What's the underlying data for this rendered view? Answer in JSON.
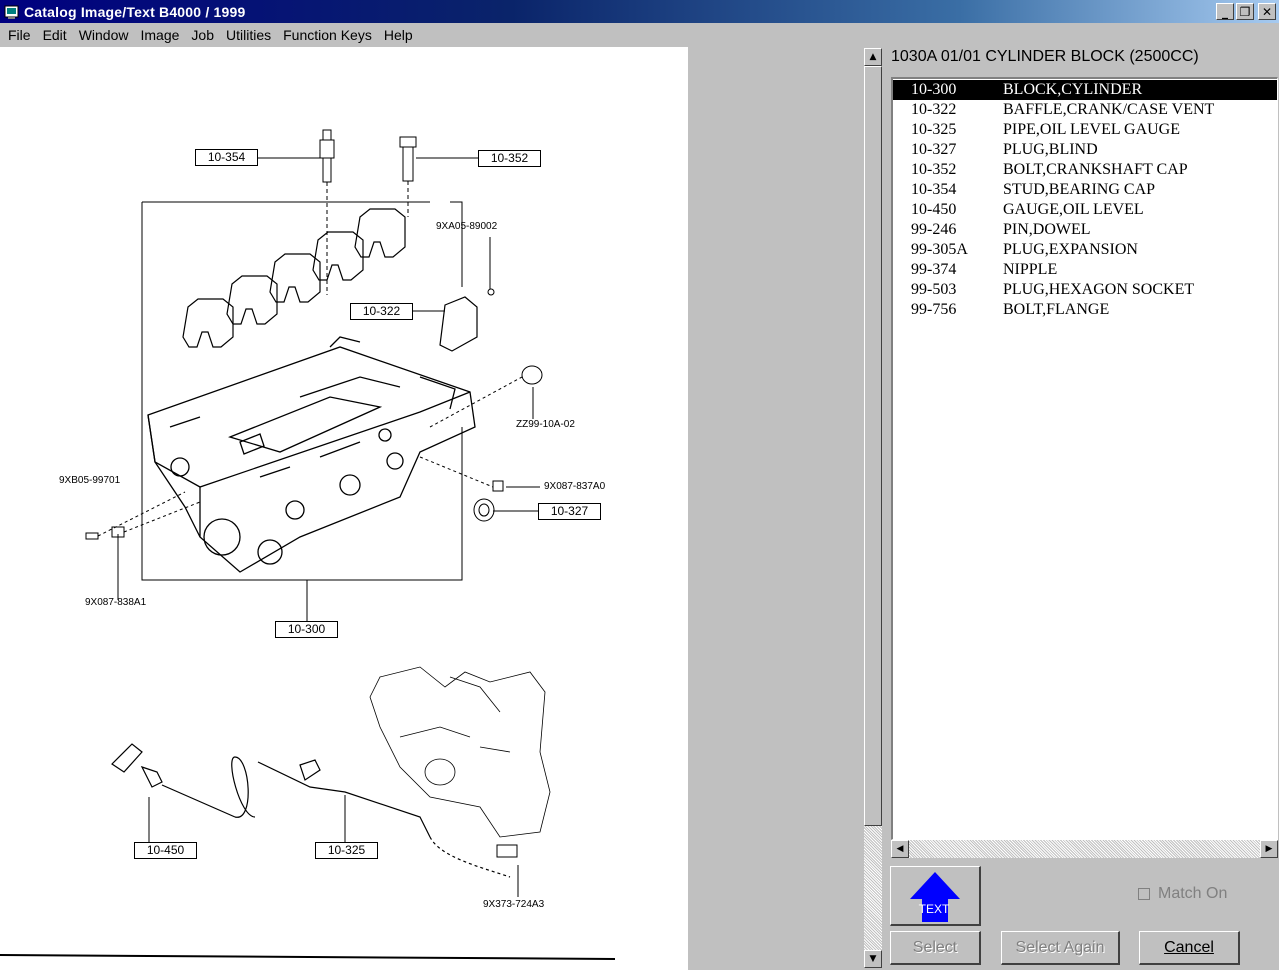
{
  "window": {
    "title": "Catalog Image/Text  B4000 / 1999",
    "minimize": "_",
    "restore": "❐",
    "close": "✕"
  },
  "menu": [
    {
      "label": "File"
    },
    {
      "label": "Edit"
    },
    {
      "label": "Window"
    },
    {
      "label": "Image"
    },
    {
      "label": "Job"
    },
    {
      "label": "Utilities"
    },
    {
      "label": "Function Keys"
    },
    {
      "label": "Help"
    }
  ],
  "diagram": {
    "callouts": [
      "10-354",
      "10-352",
      "10-322",
      "10-327",
      "10-300",
      "10-450",
      "10-325"
    ],
    "part_labels": [
      "9XA05-89002",
      "ZZ99-10A-02",
      "9X087-837A0",
      "9XB05-99701",
      "9X087-838A1",
      "9X373-724A3"
    ]
  },
  "list": {
    "caption": "1030A 01/01  CYLINDER BLOCK (2500CC)",
    "parts": [
      {
        "num": "10-300",
        "desc": "BLOCK,CYLINDER",
        "selected": true
      },
      {
        "num": "10-322",
        "desc": "BAFFLE,CRANK/CASE VENT"
      },
      {
        "num": "10-325",
        "desc": "PIPE,OIL LEVEL GAUGE"
      },
      {
        "num": "10-327",
        "desc": "PLUG,BLIND"
      },
      {
        "num": "10-352",
        "desc": "BOLT,CRANKSHAFT CAP"
      },
      {
        "num": "10-354",
        "desc": "STUD,BEARING CAP"
      },
      {
        "num": "10-450",
        "desc": "GAUGE,OIL LEVEL"
      },
      {
        "num": "99-246",
        "desc": "PIN,DOWEL"
      },
      {
        "num": "99-305A",
        "desc": "PLUG,EXPANSION"
      },
      {
        "num": "99-374",
        "desc": "NIPPLE"
      },
      {
        "num": "99-503",
        "desc": "PLUG,HEXAGON SOCKET"
      },
      {
        "num": "99-756",
        "desc": "BOLT,FLANGE"
      }
    ]
  },
  "controls": {
    "text_button": "TEXT",
    "match_on": "Match On",
    "match_on_checked": false,
    "select": "Select",
    "select_again": "Select Again",
    "cancel": "Cancel"
  },
  "colors": {
    "title_bar": "#000080",
    "selection_bg": "#000000",
    "text_arrow": "#0000ff",
    "window_bg": "#c0c0c0"
  }
}
